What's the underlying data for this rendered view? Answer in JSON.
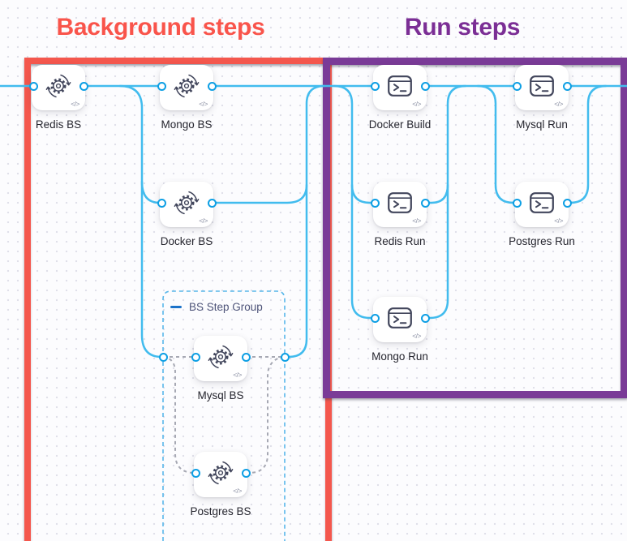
{
  "titles": {
    "background": "Background steps",
    "run": "Run steps"
  },
  "step_group": {
    "label": "BS Step Group"
  },
  "nodes": {
    "redis_bs": {
      "label": "Redis BS",
      "icon": "background-step-icon"
    },
    "mongo_bs": {
      "label": "Mongo BS",
      "icon": "background-step-icon"
    },
    "docker_bs": {
      "label": "Docker BS",
      "icon": "background-step-icon"
    },
    "mysql_bs": {
      "label": "Mysql BS",
      "icon": "background-step-icon"
    },
    "postgres_bs": {
      "label": "Postgres BS",
      "icon": "background-step-icon"
    },
    "docker_build": {
      "label": "Docker Build",
      "icon": "run-step-icon"
    },
    "mysql_run": {
      "label": "Mysql Run",
      "icon": "run-step-icon"
    },
    "redis_run": {
      "label": "Redis Run",
      "icon": "run-step-icon"
    },
    "postgres_run": {
      "label": "Postgres Run",
      "icon": "run-step-icon"
    },
    "mongo_run": {
      "label": "Mongo Run",
      "icon": "run-step-icon"
    }
  },
  "ui": {
    "code_badge": "</>"
  },
  "colors": {
    "background_annotation": "#F4574D",
    "background_title": "#F9544B",
    "run_annotation": "#7A3B97",
    "run_title": "#7B2E95",
    "edge_blue": "#42BCEE",
    "port_ring": "#0D9FE4",
    "serial_edge_gray": "#A6A8B3",
    "step_group_border": "#58B6E9",
    "icon_stroke": "#42465C"
  }
}
